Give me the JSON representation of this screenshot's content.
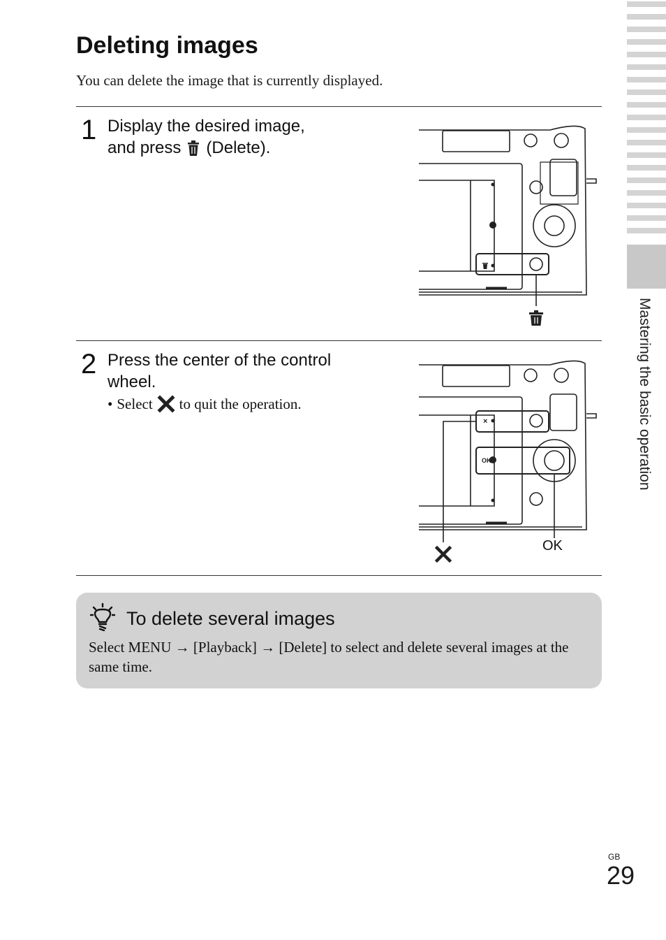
{
  "title": "Deleting images",
  "intro": "You can delete the image that is currently displayed.",
  "steps": [
    {
      "number": "1",
      "line1": "Display the desired image,",
      "line2_before": "and press",
      "line2_after": "(Delete)."
    },
    {
      "number": "2",
      "line1": "Press the center of the control",
      "line2": "wheel.",
      "bullet_before": "Select",
      "bullet_after": "to quit the operation."
    }
  ],
  "figure2": {
    "ok_label": "OK",
    "screen_x": "×",
    "screen_ok": "OK"
  },
  "hint": {
    "title": "To delete several images",
    "body": "Select MENU → [Playback] → [Delete] to select and delete several images at the same time."
  },
  "side_tab": "Mastering the basic operation",
  "page": {
    "region": "GB",
    "number": "29"
  },
  "icons": {
    "delete": "trash-icon",
    "quit": "x-mark-icon",
    "hint": "lightbulb-icon"
  }
}
